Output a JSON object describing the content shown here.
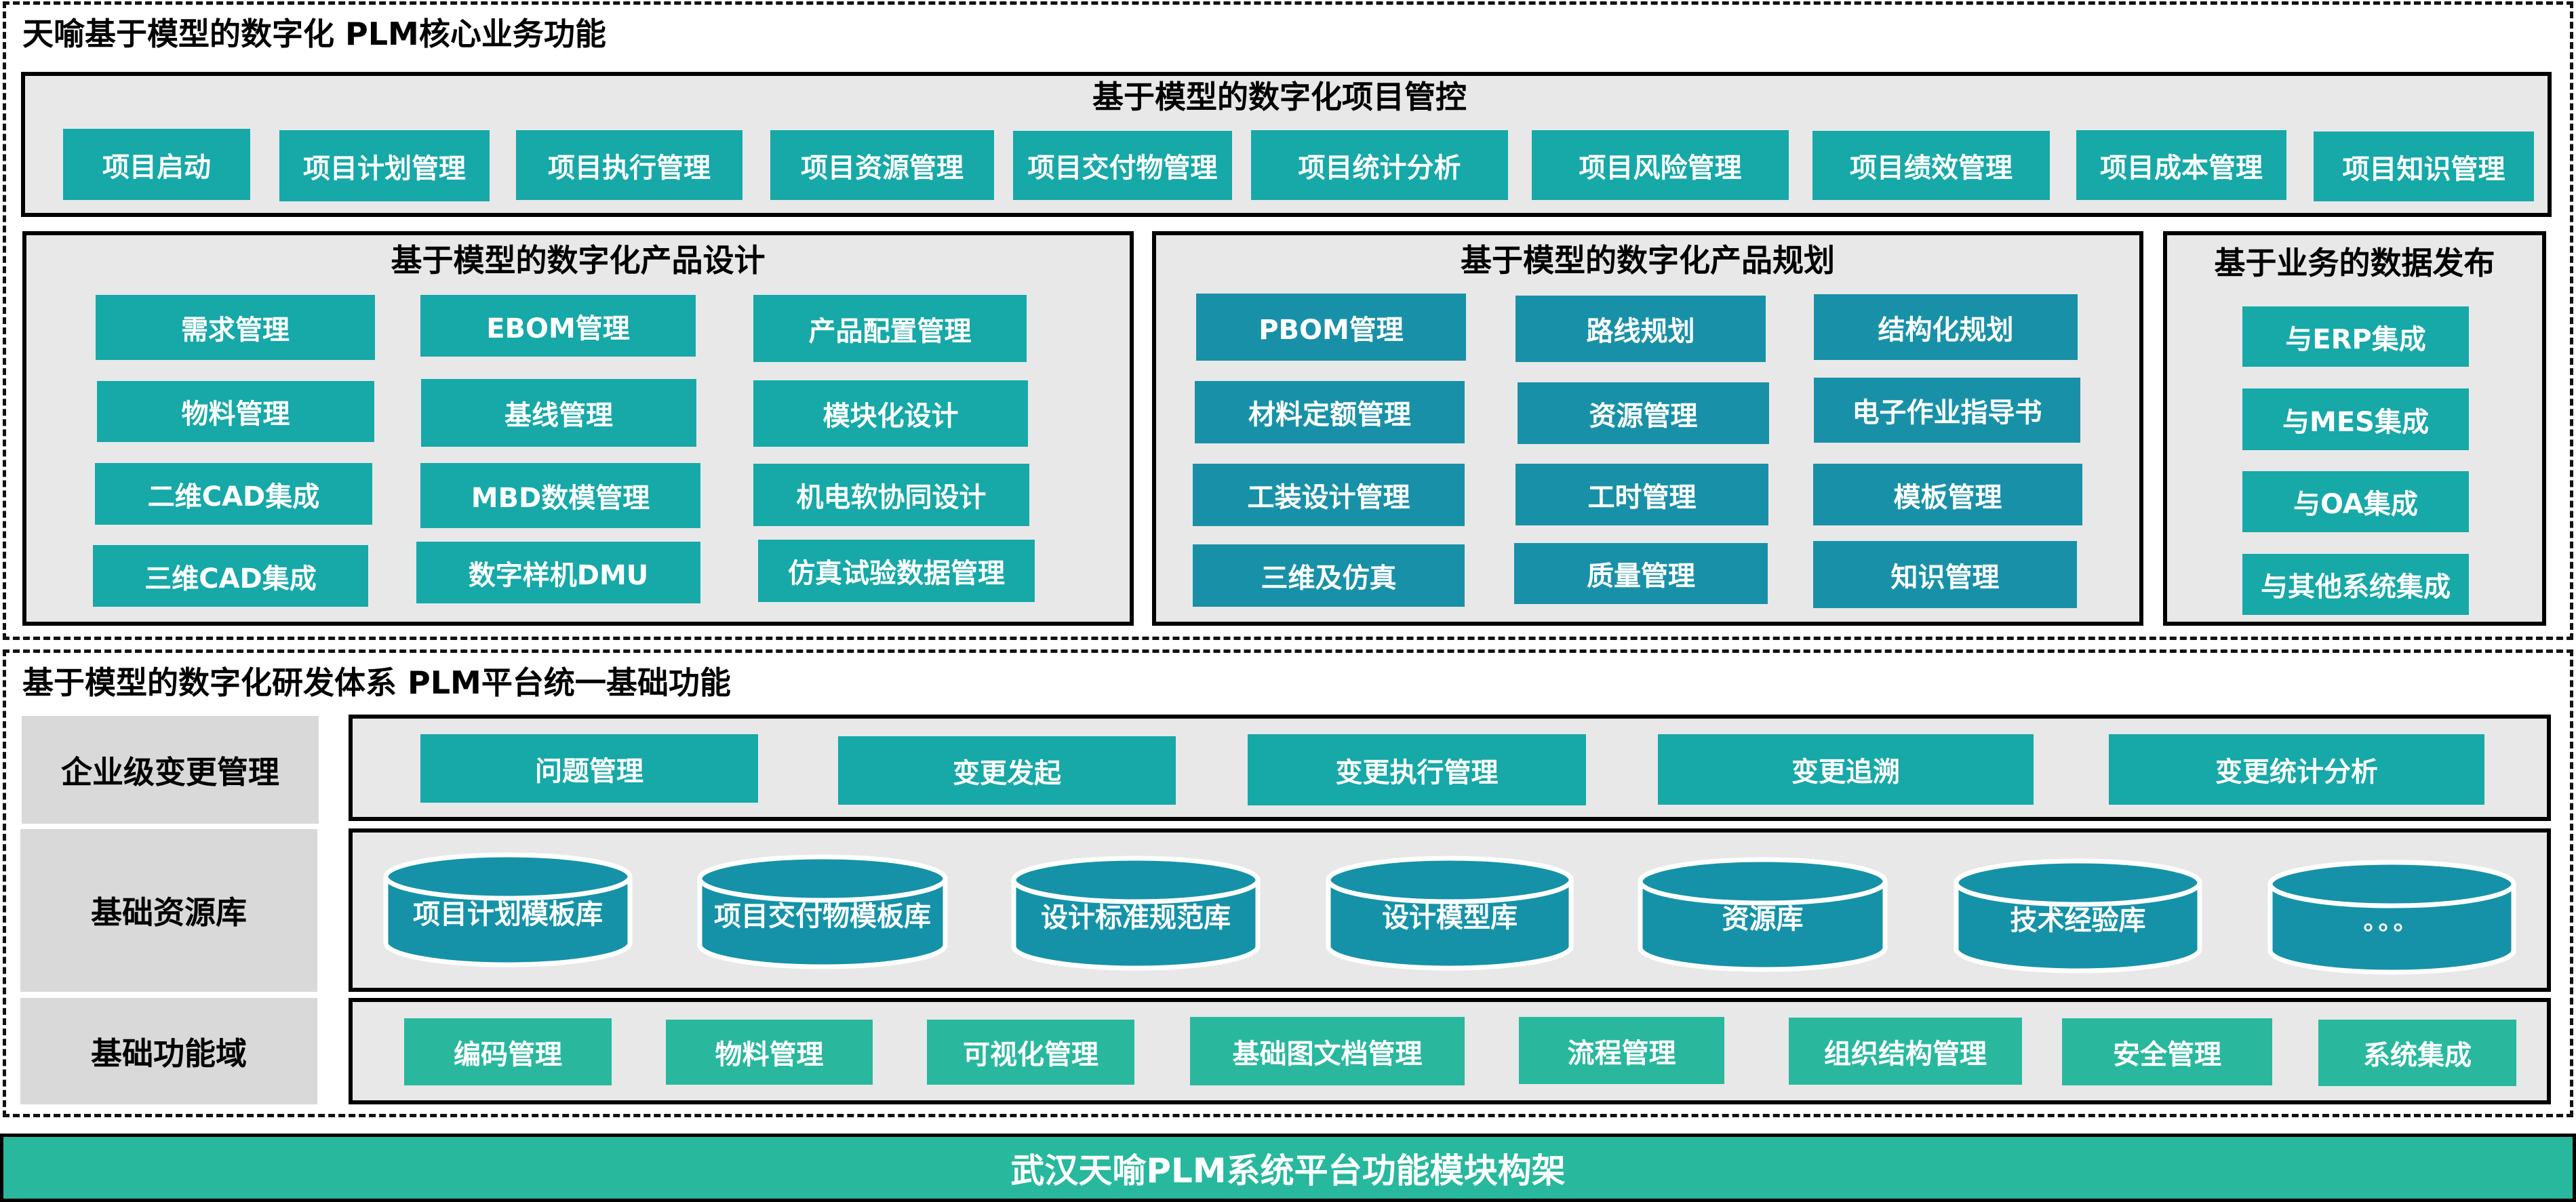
{
  "colors": {
    "teal": "#17A8A8",
    "planning_blue": "#1891A8",
    "cylinder": "#1592A8",
    "function_green": "#29B89E",
    "footer": "#27B89D",
    "panel_bg": "#E8E8E8",
    "label_bg": "#D9D9D9"
  },
  "core": {
    "title": "天喻基于模型的数字化 PLM核心业务功能",
    "project_control": {
      "title": "基于模型的数字化项目管控",
      "items": [
        "项目启动",
        "项目计划管理",
        "项目执行管理",
        "项目资源管理",
        "项目交付物管理",
        "项目统计分析",
        "项目风险管理",
        "项目绩效管理",
        "项目成本管理",
        "项目知识管理"
      ]
    },
    "product_design": {
      "title": "基于模型的数字化产品设计",
      "items": [
        "需求管理",
        "EBOM管理",
        "产品配置管理",
        "物料管理",
        "基线管理",
        "模块化设计",
        "二维CAD集成",
        "MBD数模管理",
        "机电软协同设计",
        "三维CAD集成",
        "数字样机DMU",
        "仿真试验数据管理"
      ]
    },
    "product_planning": {
      "title": "基于模型的数字化产品规划",
      "items": [
        "PBOM管理",
        "路线规划",
        "结构化规划",
        "材料定额管理",
        "资源管理",
        "电子作业指导书",
        "工装设计管理",
        "工时管理",
        "模板管理",
        "三维及仿真",
        "质量管理",
        "知识管理"
      ]
    },
    "data_publish": {
      "title": "基于业务的数据发布",
      "items": [
        "与ERP集成",
        "与MES集成",
        "与OA集成",
        "与其他系统集成"
      ]
    }
  },
  "platform": {
    "title": "基于模型的数字化研发体系 PLM平台统一基础功能",
    "change_management": {
      "label": "企业级变更管理",
      "items": [
        "问题管理",
        "变更发起",
        "变更执行管理",
        "变更追溯",
        "变更统计分析"
      ]
    },
    "resource_library": {
      "label": "基础资源库",
      "items": [
        "项目计划模板库",
        "项目交付物模板库",
        "设计标准规范库",
        "设计模型库",
        "资源库",
        "技术经验库",
        "。。。"
      ]
    },
    "function_domain": {
      "label": "基础功能域",
      "items": [
        "编码管理",
        "物料管理",
        "可视化管理",
        "基础图文档管理",
        "流程管理",
        "组织结构管理",
        "安全管理",
        "系统集成"
      ]
    }
  },
  "footer": {
    "title": "武汉天喻PLM系统平台功能模块构架"
  }
}
